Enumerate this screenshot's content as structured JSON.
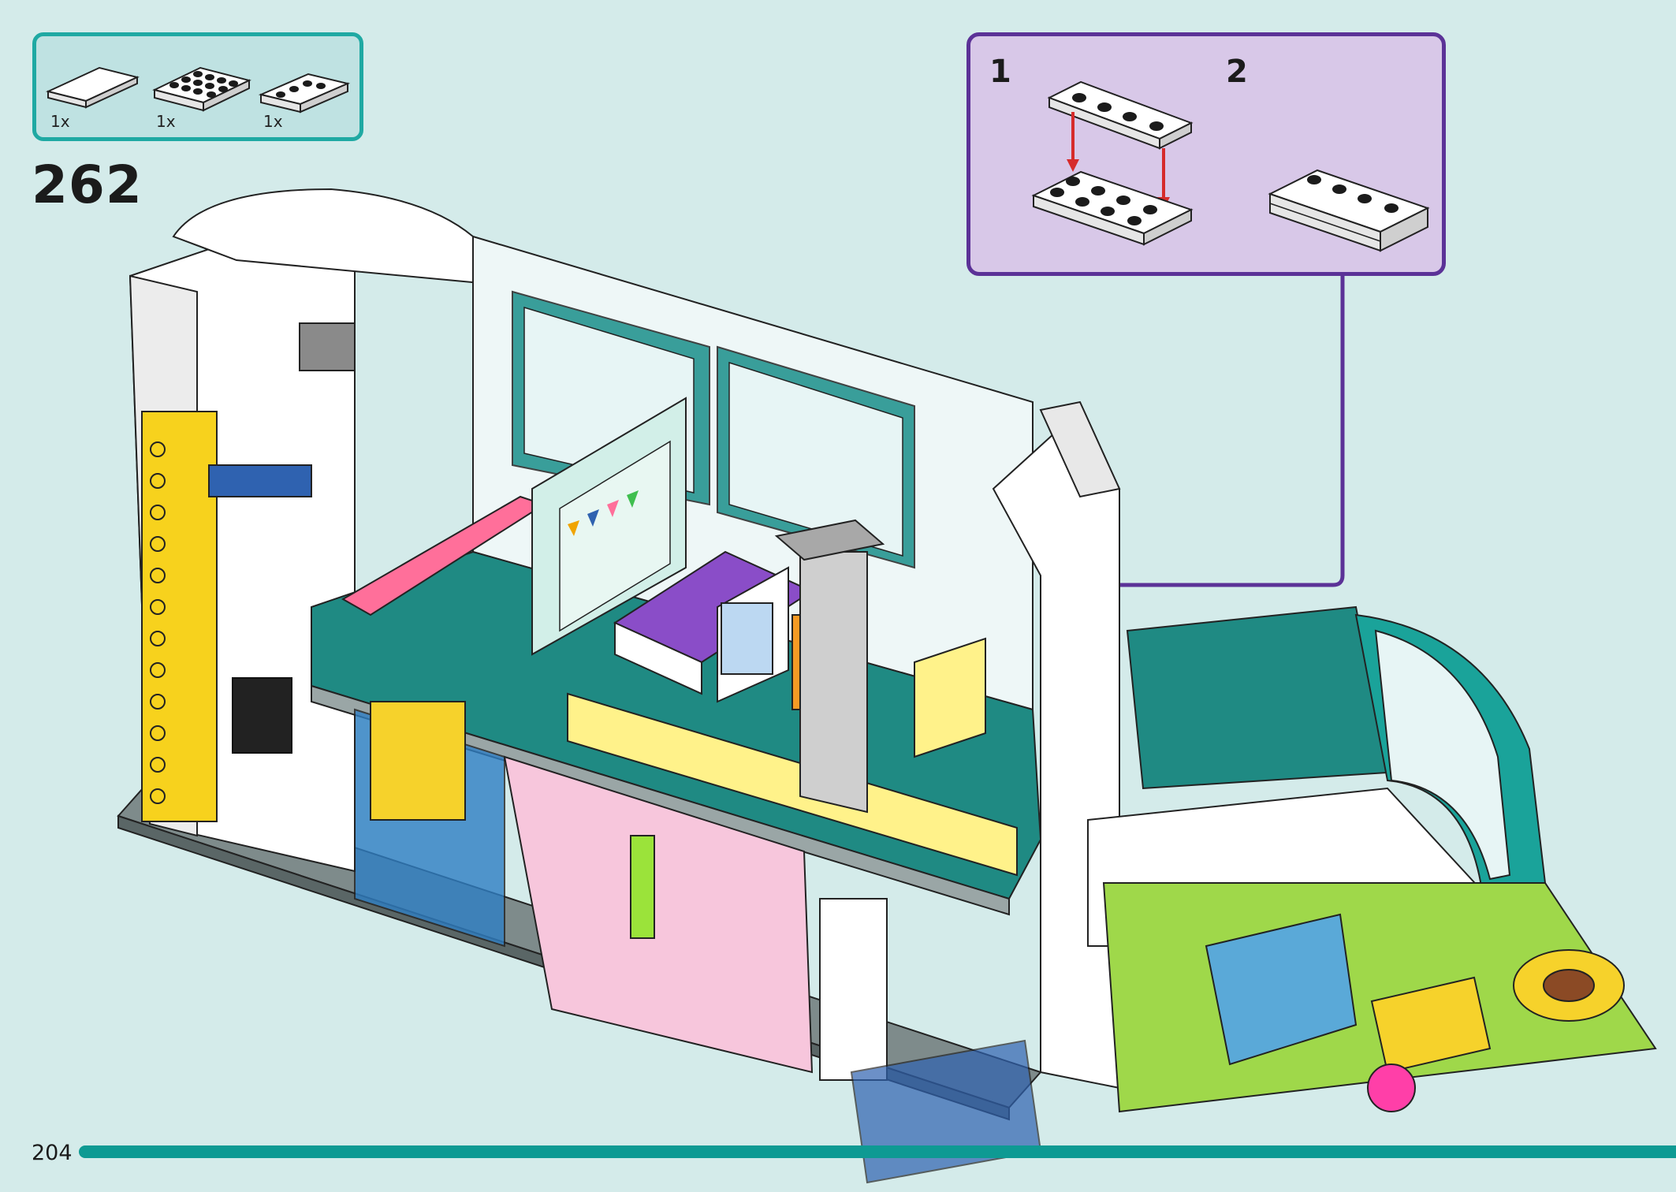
{
  "parts": {
    "items": [
      {
        "qty": "1x",
        "name": "plate-2x8-white-flat"
      },
      {
        "qty": "1x",
        "name": "plate-2x4-white"
      },
      {
        "qty": "1x",
        "name": "plate-1x4-white"
      }
    ]
  },
  "step": {
    "number": "262"
  },
  "callout": {
    "substeps": [
      {
        "label": "1"
      },
      {
        "label": "2"
      }
    ]
  },
  "page": {
    "number": "204"
  },
  "colors": {
    "background": "#d4ebea",
    "parts_border": "#1fa9a3",
    "callout_border": "#5b3297",
    "callout_fill": "#d8c8e8",
    "footer_bar": "#0e9a93",
    "arrow_red": "#d62b2b"
  }
}
